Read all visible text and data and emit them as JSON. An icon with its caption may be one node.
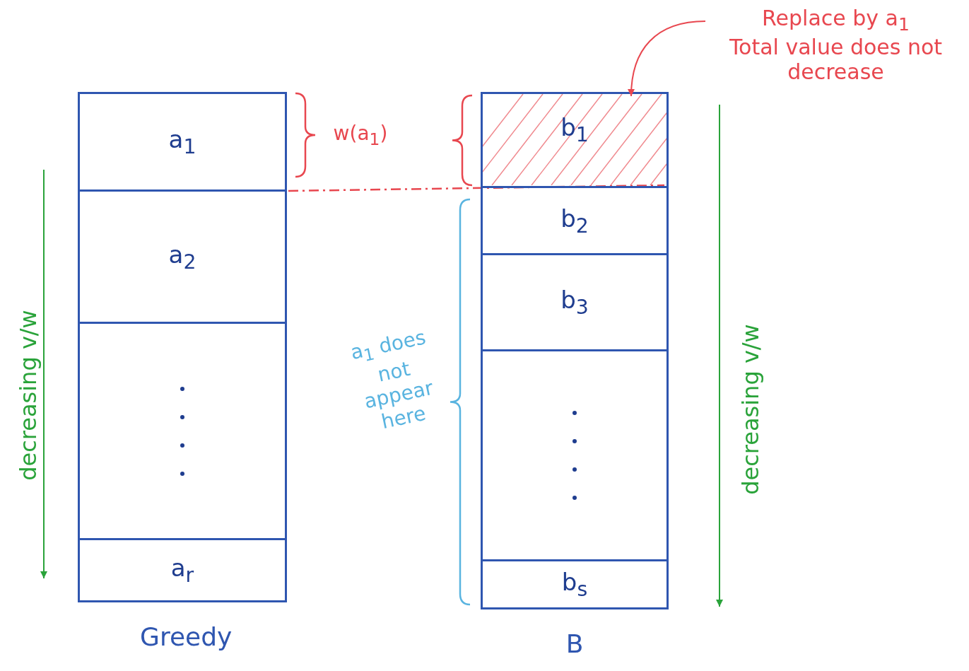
{
  "diagram": {
    "nodes": [
      {
        "text": [],
        "shape": "box",
        "beside": [
          "Greedy"
        ]
      },
      {
        "text": [
          "a$_{1}$"
        ],
        "in": 0
      },
      {
        "text": [
          "a$_{2}$"
        ],
        "in": 0
      },
      {
        "text": [],
        "shape": "box",
        "in": 0
      },
      {
        "text": [
          "a$_{r}$"
        ],
        "in": 0
      },
      {
        "text": [],
        "shape": "box",
        "beside": [
          "B"
        ]
      },
      {
        "text": [
          "b$_{1}$"
        ],
        "in": 5
      },
      {
        "text": [
          "b$_{2}$"
        ],
        "in": 5
      },
      {
        "text": [
          "b$_{3}$"
        ],
        "in": 5
      },
      {
        "text": [],
        "shape": "box",
        "in": 5
      },
      {
        "text": [
          "b$_{s}$"
        ],
        "in": 5
      },
      {
        "text": [
          "Replace by a$_{1}$",
          "Total value does not decrease"
        ]
      }
    ],
    "edges": [
      {
        "from": 11,
        "to": 6,
        "arrow": "to",
        "color": "#e8474f"
      }
    ],
    "labels": [
      "w(a$_{1}$)",
      "a$_{1}$ does not appear here",
      "decreasing v/w",
      "decreasing v/w"
    ]
  }
}
